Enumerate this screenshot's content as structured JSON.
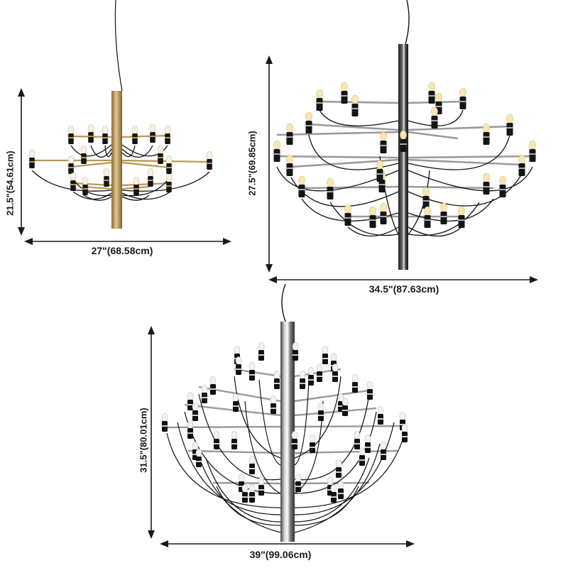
{
  "products": [
    {
      "id": "small",
      "finish": "brass",
      "finish_color": "#b8965a",
      "bulb_count": 18,
      "height_label": "21.5\"(54.61cm)",
      "width_label": "27\"(68.58cm)"
    },
    {
      "id": "medium",
      "finish": "chrome",
      "finish_color": "#9a9a9a",
      "bulb_count": 30,
      "height_label": "27.5\"(69.85cm)",
      "width_label": "34.5\"(87.63cm)"
    },
    {
      "id": "large",
      "finish": "chrome",
      "finish_color": "#a8a8a8",
      "bulb_count": 50,
      "height_label": "31.5\"(80.01cm)",
      "width_label": "39\"(99.06cm)"
    }
  ],
  "colors": {
    "arrow": "#1a1a1a",
    "cable": "#111111",
    "socket": "#151515",
    "bulb_warm": "#f6e6b8",
    "bulb_clear": "#f2f2f2"
  }
}
